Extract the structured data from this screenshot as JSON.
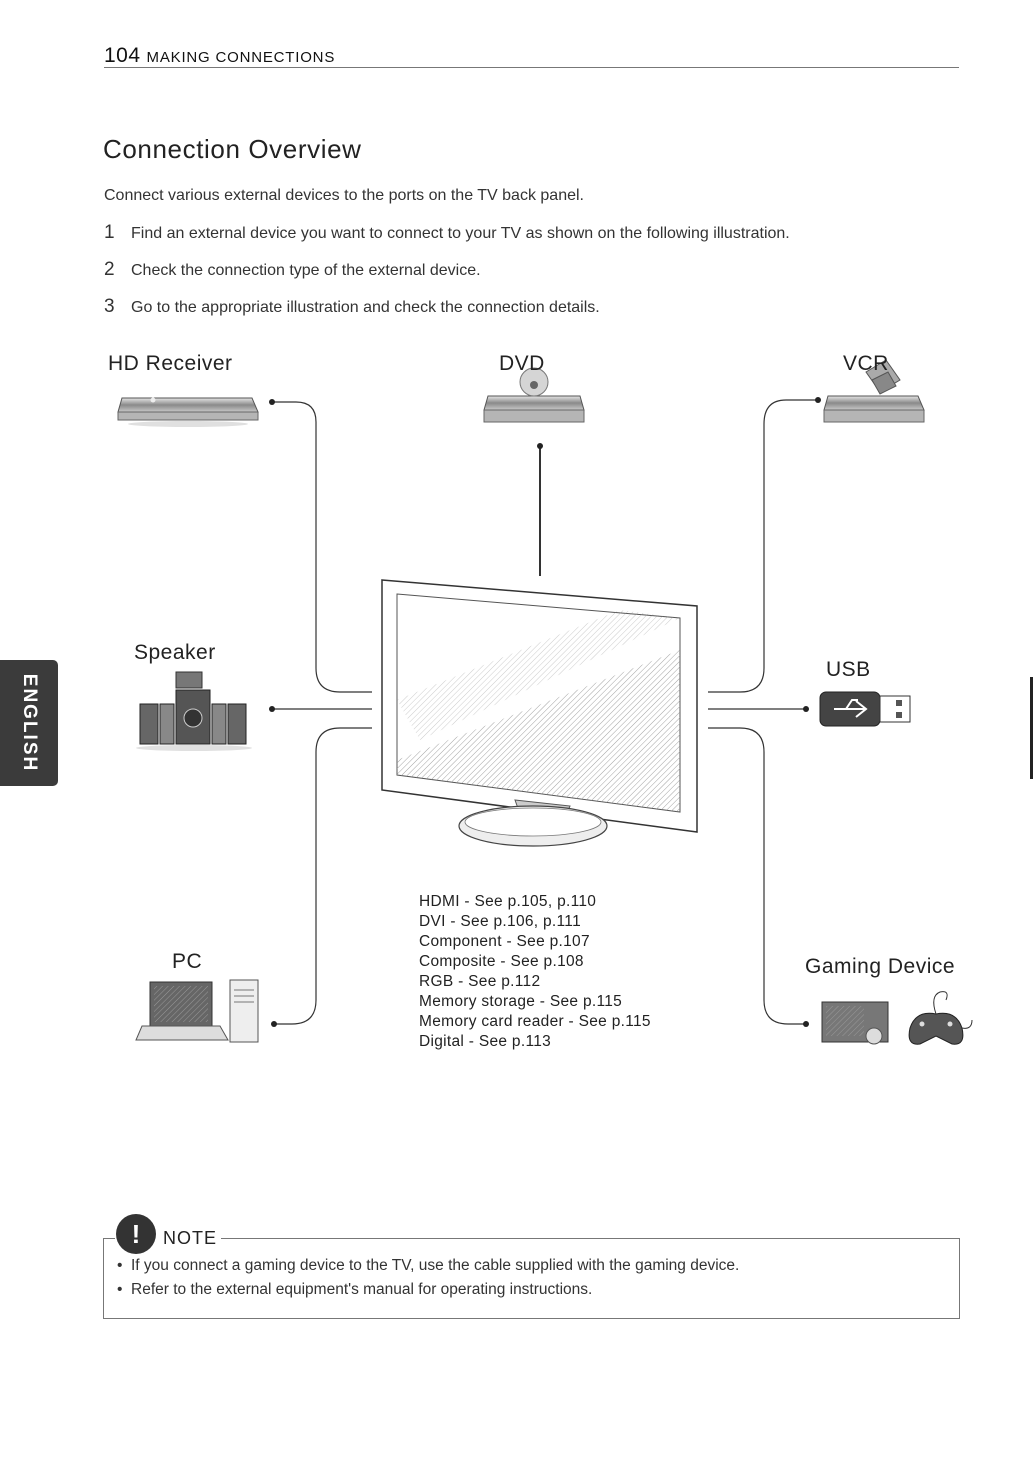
{
  "header": {
    "page_number": "104",
    "section": "MAKING CONNECTIONS"
  },
  "title": "Connection Overview",
  "intro": "Connect various external devices to the ports on the TV back panel.",
  "steps": [
    {
      "num": "1",
      "text": "Find an external device you want to connect to your TV as shown on the following illustration."
    },
    {
      "num": "2",
      "text": "Check the connection type of the external device."
    },
    {
      "num": "3",
      "text": "Go to the appropriate illustration and check the connection details."
    }
  ],
  "side_tab": {
    "label": "ENGLISH"
  },
  "devices": {
    "hd_receiver": "HD Receiver",
    "dvd": "DVD",
    "vcr": "VCR",
    "speaker": "Speaker",
    "usb": "USB",
    "pc": "PC",
    "gaming": "Gaming Device"
  },
  "ports": [
    "HDMI - See p.105, p.110",
    "DVI - See p.106, p.111",
    "Component - See p.107",
    "Composite - See p.108",
    "RGB - See p.112",
    "Memory storage - See p.115",
    "Memory card reader - See p.115",
    "Digital - See p.113"
  ],
  "note": {
    "label": "NOTE",
    "icon": "exclamation-icon",
    "items": [
      "If you connect a gaming device to the TV, use the cable supplied with the gaming device.",
      "Refer to the external equipment's manual for operating instructions."
    ]
  }
}
